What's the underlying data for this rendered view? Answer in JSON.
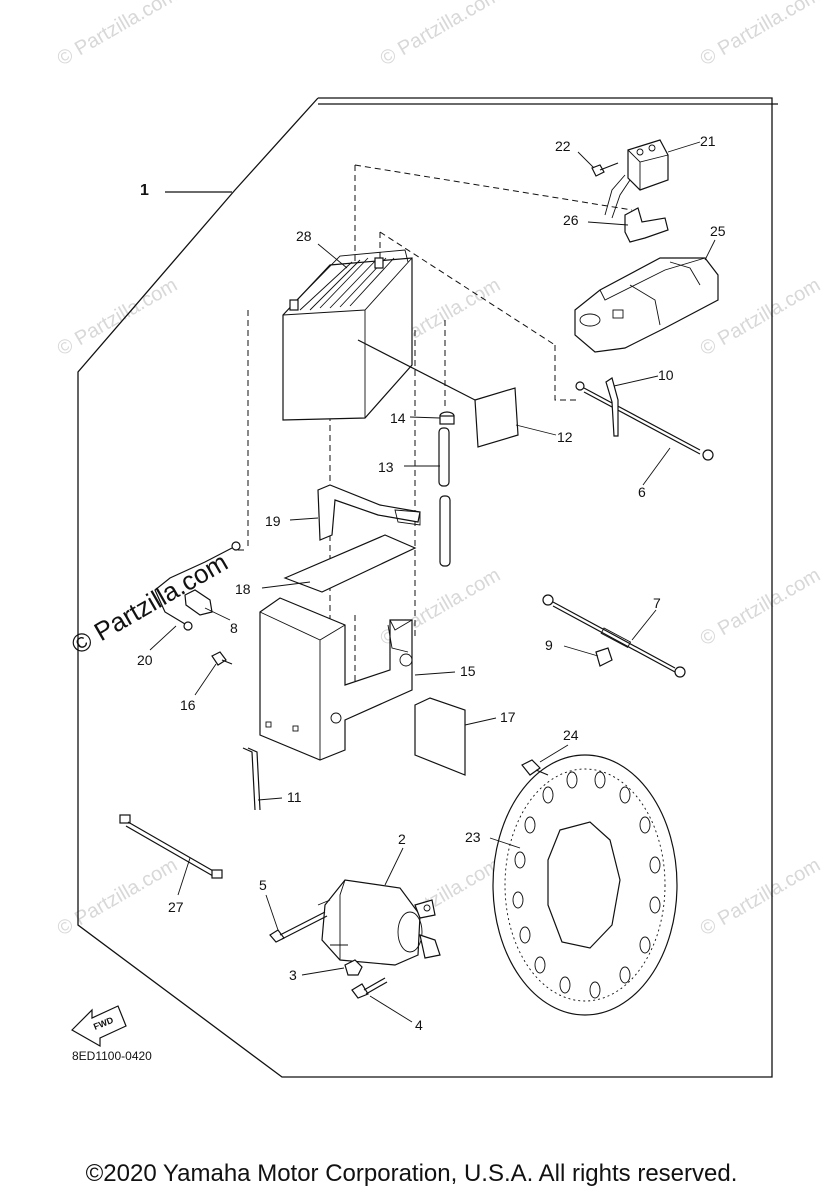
{
  "watermark": "© Partzilla.com",
  "watermark_small": "© Partzilla.com",
  "diagram_code": "8ED1100-0420",
  "fwd_label": "FWD",
  "copyright": "©2020 Yamaha Motor Corporation, U.S.A. All rights reserved.",
  "callouts": {
    "c1": "1",
    "c2": "2",
    "c3": "3",
    "c4": "4",
    "c5": "5",
    "c6": "6",
    "c7": "7",
    "c8": "8",
    "c9": "9",
    "c10": "10",
    "c11": "11",
    "c12": "12",
    "c13": "13",
    "c14": "14",
    "c15": "15",
    "c16": "16",
    "c17": "17",
    "c18": "18",
    "c19": "19",
    "c20": "20",
    "c21": "21",
    "c22": "22",
    "c23": "23",
    "c24": "24",
    "c25": "25",
    "c26": "26",
    "c27": "27",
    "c28": "28"
  }
}
